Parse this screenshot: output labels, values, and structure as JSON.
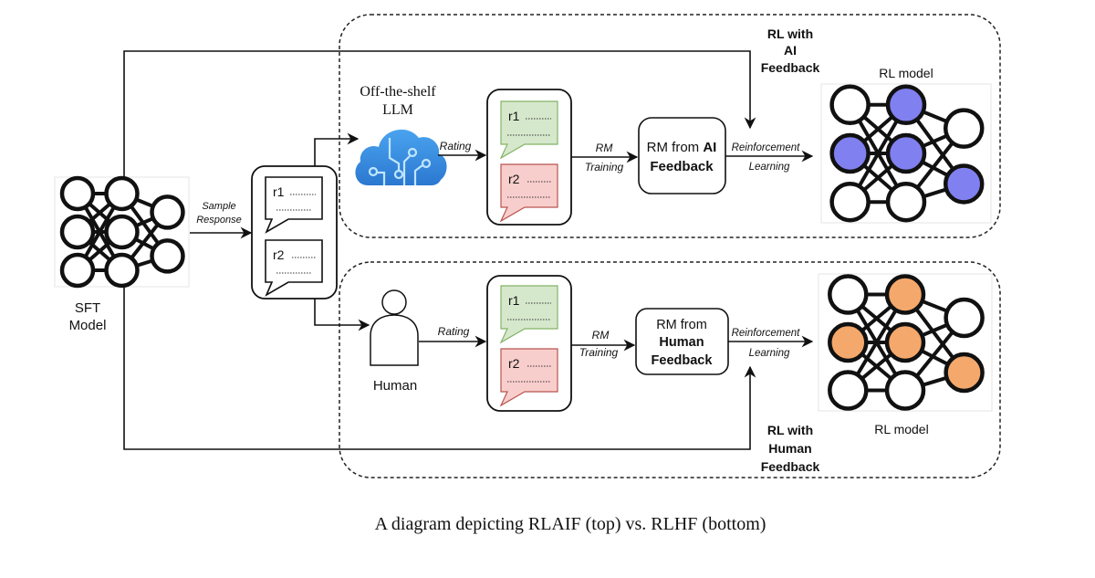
{
  "caption": "A diagram depicting RLAIF (top) vs. RLHF (bottom)",
  "sft_model": {
    "label_line1": "SFT",
    "label_line2": "Model"
  },
  "sample_response": {
    "line1": "Sample",
    "line2": "Response"
  },
  "responses": {
    "r1": "r1",
    "r2": "r2"
  },
  "top": {
    "source_label_line1": "Off-the-shelf",
    "source_label_line2": "LLM",
    "source_icon": "cloud-circuit-icon",
    "rating": "Rating",
    "rm_training_line1": "RM",
    "rm_training_line2": "Training",
    "rm_box_prefix": "RM from ",
    "rm_box_bold1": "AI",
    "rm_box_bold2": "Feedback",
    "rl_line1": "Reinforcement",
    "rl_line2": "Learning",
    "loop_label_line1": "RL with",
    "loop_label_line2": "AI",
    "loop_label_line3": "Feedback",
    "model_label": "RL model",
    "highlight_color": "#8080f0"
  },
  "bottom": {
    "source_label": "Human",
    "source_icon": "person-icon",
    "rating": "Rating",
    "rm_training_line1": "RM",
    "rm_training_line2": "Training",
    "rm_box_line1": "RM from",
    "rm_box_bold1": "Human",
    "rm_box_bold2": "Feedback",
    "rl_line1": "Reinforcement",
    "rl_line2": "Learning",
    "loop_label_line1": "RL with",
    "loop_label_line2": "Human",
    "loop_label_line3": "Feedback",
    "model_label": "RL model",
    "highlight_color": "#f5a86b"
  },
  "colors": {
    "good_bubble_fill": "#d6e8cc",
    "good_bubble_stroke": "#82b366",
    "bad_bubble_fill": "#f8cecc",
    "bad_bubble_stroke": "#b85450",
    "cloud_blue": "#3a8ee0"
  }
}
